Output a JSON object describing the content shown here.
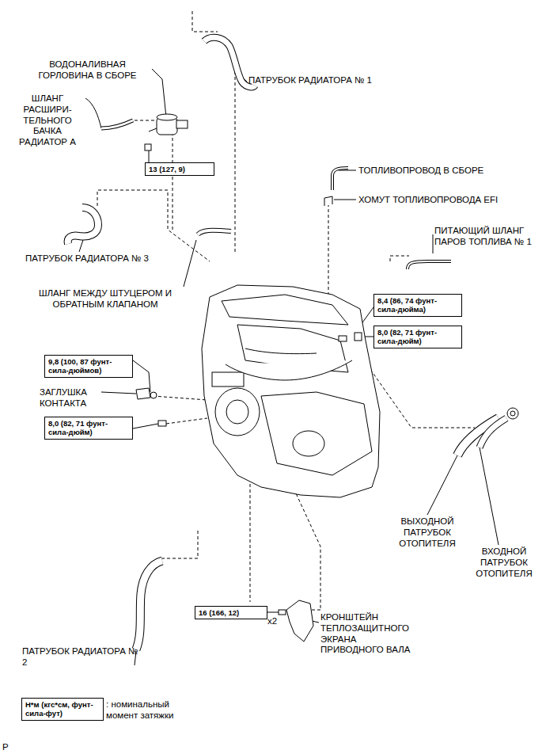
{
  "diagram": {
    "nodes": [
      {
        "text": [
          "13 (127, 9)"
        ]
      },
      {
        "text": [
          "8,4 (86, 74 фунт- сила-дюйма)"
        ]
      },
      {
        "text": [
          "8,0 (82, 71 фунт- сила-дюйм)"
        ]
      },
      {
        "text": [
          "9,8 (100, 87 фунт- сила-дюймов)"
        ]
      },
      {
        "text": [
          "8,0 (82, 71 фунт- сила-дюйм)"
        ]
      },
      {
        "text": [
          "16 (166, 12)"
        ]
      },
      {
        "text": [
          "Н*м (кгс*см, фунт-сила-фут)"
        ]
      }
    ],
    "labels": [
      "ВОДОНАЛИВНАЯ ГОРЛОВИНА В СБОРЕ",
      "ШЛАНГ РАСШИРИ- ТЕЛЬНОГО БАЧКА РАДИАТОР А",
      "ПАТРУБОК РАДИАТОРА № 1",
      "ТОПЛИВОПРОВОД В СБОРЕ",
      "ХОМУТ ТОПЛИВОПРОВОДА EFI",
      "ПИТАЮЩИЙ ШЛАНГ ПАРОВ ТОПЛИВА № 1",
      "ПАТРУБОК РАДИАТОРА № 3",
      "ШЛАНГ МЕЖДУ ШТУЦЕРОМ И ОБРАТНЫМ КЛАПАНОМ",
      "ЗАГЛУШКА КОНТАКТА",
      "ВЫХОДНОЙ ПАТРУБОК ОТОПИТЕЛЯ",
      "ВХОДНОЙ ПАТРУБОК ОТОПИТЕЛЯ",
      "ПАТРУБОК РАДИАТОРА № 2",
      "x2",
      "КРОНШТЕЙН ТЕПЛОЗАЩИТНОГО ЭКРАНА ПРИВОДНОГО ВАЛА",
      ": номинальный момент затяжки",
      "P"
    ]
  }
}
